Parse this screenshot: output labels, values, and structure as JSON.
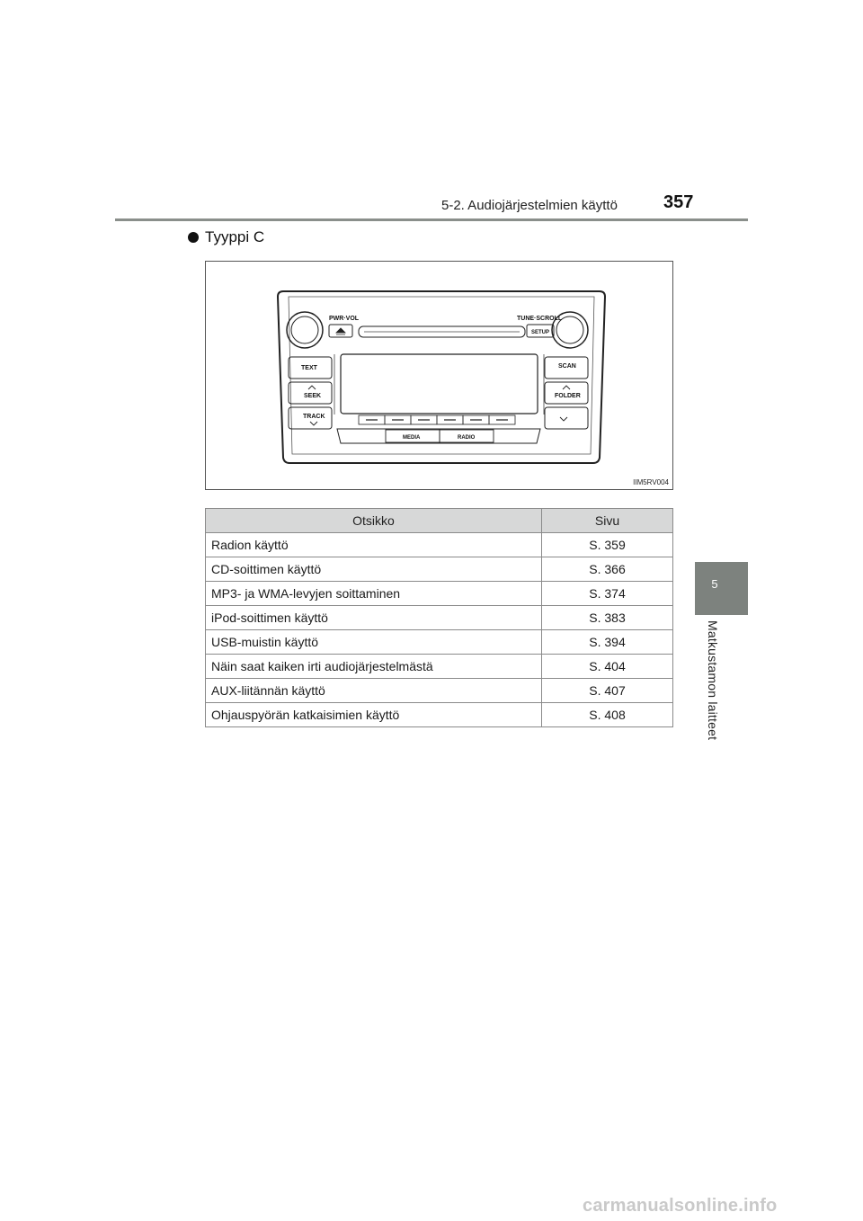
{
  "header": {
    "section": "5-2. Audiojärjestelmien käyttö",
    "page_number": "357"
  },
  "chapter_tab": {
    "number": "5",
    "title": "Matkustamon laitteet"
  },
  "subtitle": "Tyyppi C",
  "figure": {
    "code": "IIM5RV004",
    "labels": {
      "pwr_vol": "PWR·VOL",
      "tune_scroll": "TUNE·SCROLL",
      "setup": "SETUP",
      "text": "TEXT",
      "scan": "SCAN",
      "seek": "SEEK",
      "folder": "FOLDER",
      "track": "TRACK",
      "media": "MEDIA",
      "radio": "RADIO"
    }
  },
  "table": {
    "headers": [
      "Otsikko",
      "Sivu"
    ],
    "rows": [
      [
        "Radion käyttö",
        "S. 359"
      ],
      [
        "CD-soittimen käyttö",
        "S. 366"
      ],
      [
        "MP3- ja WMA-levyjen soittaminen",
        "S. 374"
      ],
      [
        "iPod-soittimen käyttö",
        "S. 383"
      ],
      [
        "USB-muistin käyttö",
        "S. 394"
      ],
      [
        "Näin saat kaiken irti audiojärjestelmästä",
        "S. 404"
      ],
      [
        "AUX-liitännän käyttö",
        "S. 407"
      ],
      [
        "Ohjauspyörän katkaisimien käyttö",
        "S. 408"
      ]
    ]
  },
  "watermark": "carmanualsonline.info"
}
